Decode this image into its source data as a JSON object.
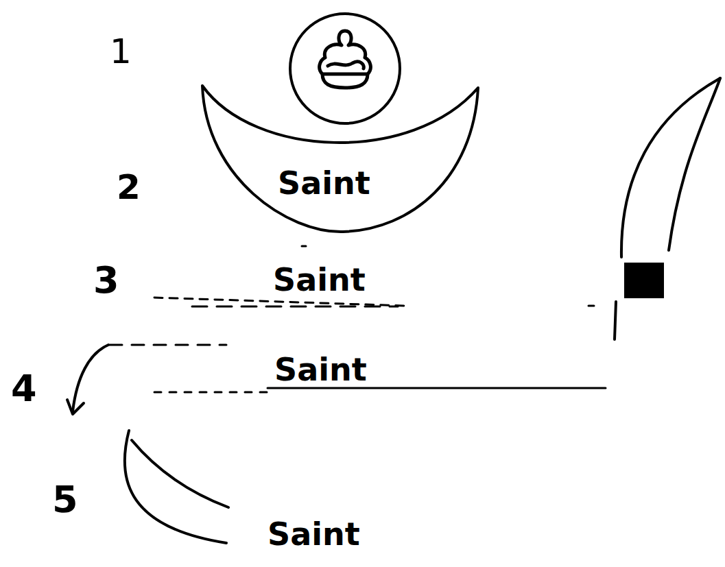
{
  "diagram": {
    "nodes": [
      {
        "text": [
          "Saint"
        ]
      }
    ],
    "labels": [
      "1",
      "2",
      "3",
      "Saint",
      "4",
      "Saint",
      "5",
      "Saint"
    ]
  }
}
